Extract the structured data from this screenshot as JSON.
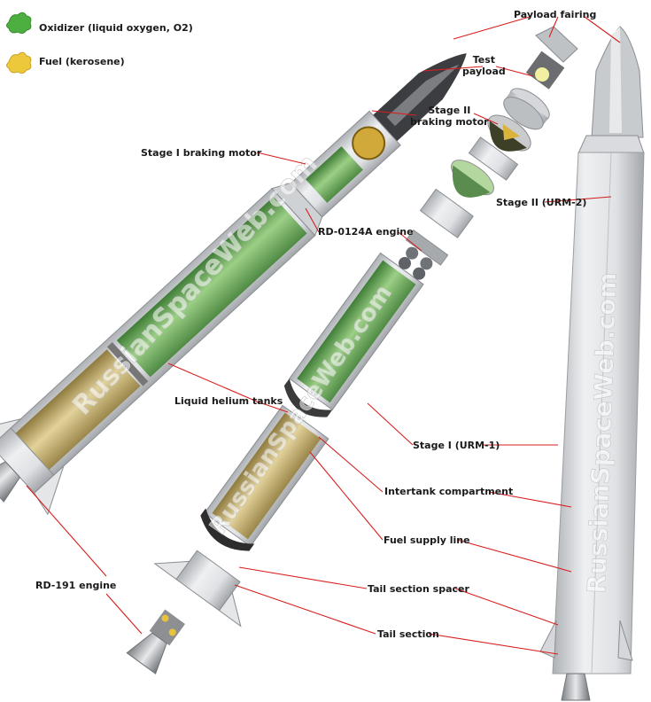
{
  "legend": [
    {
      "label": "Oxidizer (liquid oxygen, O2)",
      "color": "#4caf3f",
      "icon": "oxidizer-blob-icon"
    },
    {
      "label": "Fuel (kerosene)",
      "color": "#e8c23a",
      "icon": "fuel-blob-icon"
    }
  ],
  "watermark": "RussianSpaceWeb.com",
  "colors": {
    "oxidizer": "#6fae55",
    "fuel": "#c9b46a",
    "shell": "#d7d9dc",
    "leader": "#d81e1e"
  },
  "labels": {
    "payload_fairing": "Payload fairing",
    "test_payload_l1": "Test",
    "test_payload_l2": "payload",
    "stage2_braking_l1": "Stage II",
    "stage2_braking_l2": "braking motor",
    "stage1_braking": "Stage I braking motor",
    "stage2": "Stage II (URM-2)",
    "rd0124a": "RD-0124A engine",
    "helium_tanks": "Liquid helium tanks",
    "stage1": "Stage I (URM-1)",
    "intertank": "Intertank compartment",
    "fuel_supply": "Fuel supply line",
    "rd191": "RD-191 engine",
    "tail_spacer": "Tail section spacer",
    "tail_section": "Tail section"
  }
}
